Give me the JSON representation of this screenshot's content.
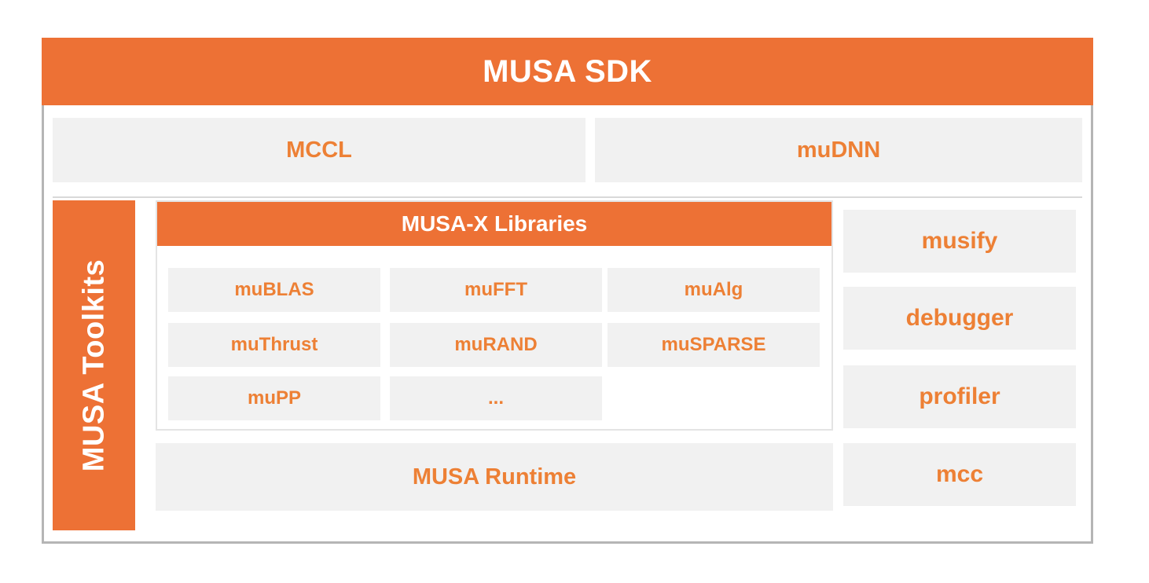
{
  "diagram": {
    "title": "MUSA SDK",
    "colors": {
      "orange_fill": "#ED7135",
      "orange_text": "#ED8035",
      "box_gray": "#F1F1F1",
      "border_gray": "#b5b5b5",
      "inner_border_gray": "#e4e4e4",
      "white": "#FFFFFF"
    },
    "top_libraries": [
      {
        "label": "MCCL"
      },
      {
        "label": "muDNN"
      }
    ],
    "toolkits": {
      "side_label": "MUSA Toolkits",
      "musax": {
        "header": "MUSA-X Libraries",
        "items": [
          "muBLAS",
          "muFFT",
          "muAlg",
          "muThrust",
          "muRAND",
          "muSPARSE",
          "muPP",
          "..."
        ]
      },
      "runtime": {
        "label": "MUSA Runtime"
      },
      "tools": [
        {
          "label": "musify"
        },
        {
          "label": "debugger"
        },
        {
          "label": "profiler"
        },
        {
          "label": "mcc"
        }
      ]
    }
  }
}
